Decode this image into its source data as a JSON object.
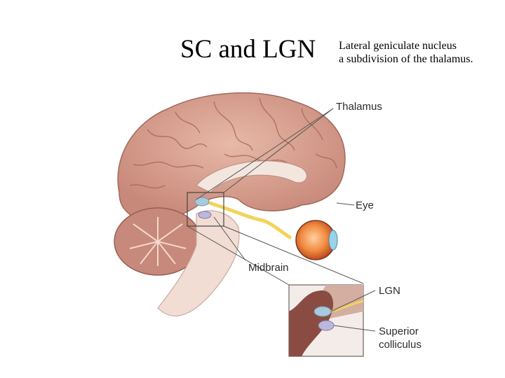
{
  "title": "SC and LGN",
  "subtitle": {
    "line1": "Lateral geniculate nucleus",
    "line2": "a subdivision of the thalamus."
  },
  "figure": {
    "labels": {
      "thalamus": "Thalamus",
      "eye": "Eye",
      "midbrain": "Midbrain",
      "lgn": "LGN",
      "superior_line1": "Superior",
      "superior_line2": "colliculus"
    }
  }
}
